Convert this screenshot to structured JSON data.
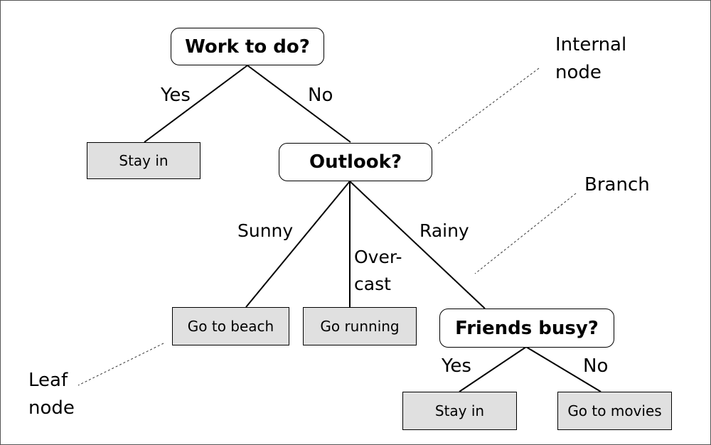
{
  "internal_nodes": {
    "root": "Work to do?",
    "outlook": "Outlook?",
    "friends": "Friends busy?"
  },
  "leaf_nodes": {
    "stay_in_1": "Stay in",
    "beach": "Go to beach",
    "running": "Go running",
    "stay_in_2": "Stay in",
    "movies": "Go to movies"
  },
  "edge_labels": {
    "root_yes": "Yes",
    "root_no": "No",
    "sunny": "Sunny",
    "overcast_1": "Over-",
    "overcast_2": "cast",
    "rainy": "Rainy",
    "friends_yes": "Yes",
    "friends_no": "No"
  },
  "annotations": {
    "internal_node_1": "Internal",
    "internal_node_2": "node",
    "branch": "Branch",
    "leaf_node_1": "Leaf",
    "leaf_node_2": "node"
  }
}
